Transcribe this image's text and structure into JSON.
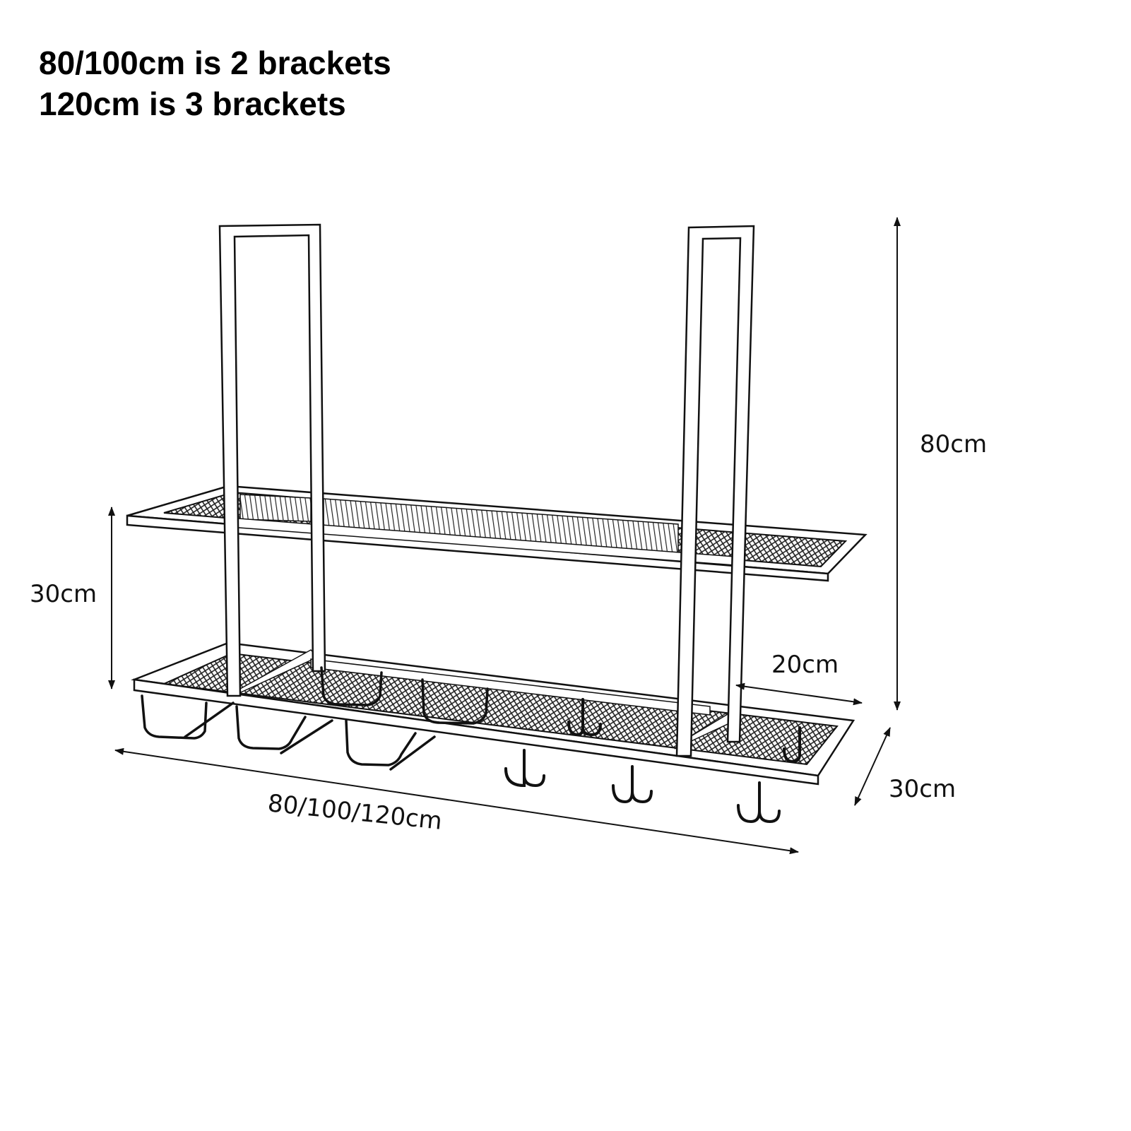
{
  "notes": [
    "80/100cm is 2 brackets",
    "120cm is 3 brackets"
  ],
  "dimensions": {
    "height": "80cm",
    "shelf_spacing": "30cm",
    "bottom_depth": "20cm",
    "depth": "30cm",
    "width": "80/100/120cm"
  },
  "colors": {
    "line": "#111111",
    "mesh": "#2a2a2a",
    "background": "#ffffff"
  },
  "icons": {
    "rack": "wall-mounted-two-tier-rack",
    "hooks": "s-hook"
  }
}
